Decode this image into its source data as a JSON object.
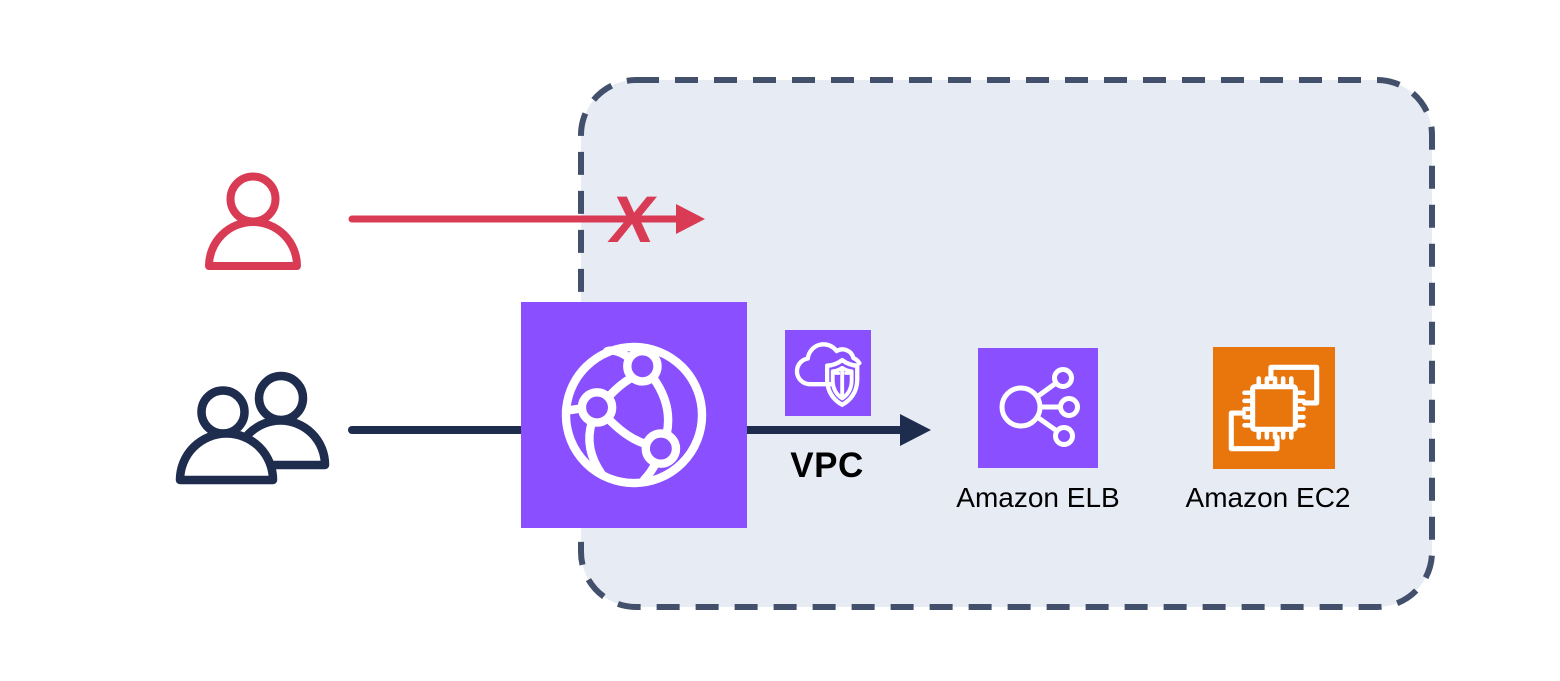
{
  "colors": {
    "purple": "#8A4FFF",
    "orange": "#E8760D",
    "red": "#DA3B54",
    "navy": "#1E2C4E",
    "boundaryBorder": "#42506B",
    "boundaryFill": "#E7EBF4",
    "labelText": "#000000",
    "iconStroke": "#FFFFFF"
  },
  "marker": {
    "blocked": "X"
  },
  "nodes": {
    "vpc": {
      "label": "VPC"
    },
    "elb": {
      "label": "Amazon ELB"
    },
    "ec2": {
      "label": "Amazon EC2"
    }
  },
  "icons": {
    "singleUser": "single-user-outline",
    "userGroup": "two-users-outline",
    "globe": "global-network-globe",
    "vpcBadge": "cloud-with-shield",
    "elb": "load-balancer-nodes",
    "ec2": "cpu-chip"
  }
}
